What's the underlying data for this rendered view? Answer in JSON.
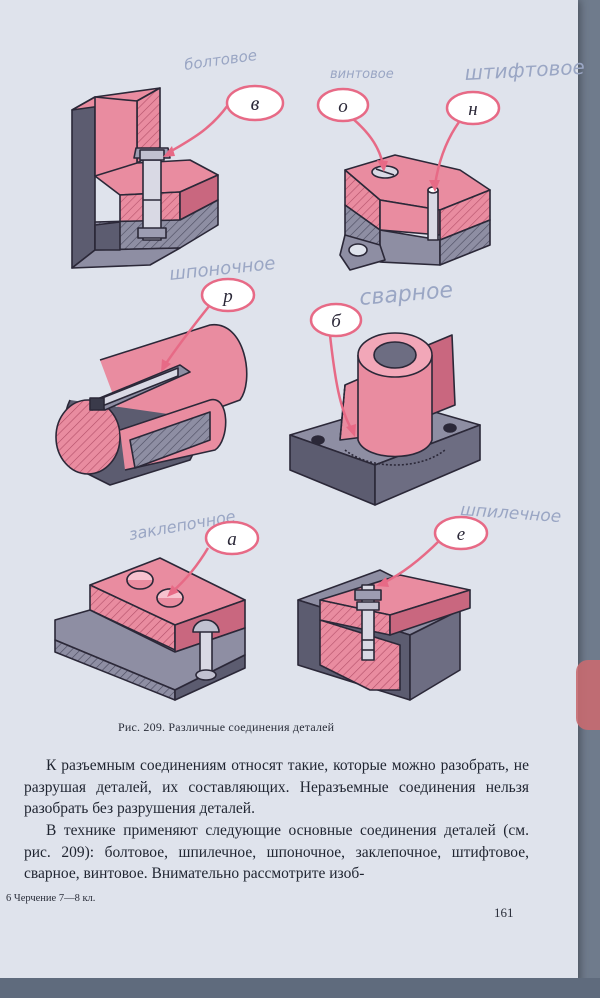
{
  "figure": {
    "letters": {
      "v": "в",
      "o": "о",
      "n": "н",
      "r": "р",
      "b": "б",
      "a": "а",
      "e": "е"
    },
    "handwriting": {
      "boltovoe": "болтовое",
      "vintovoe": "винтовое",
      "shtiftovoe": "штифтовое",
      "shponochnoe": "шпоночное",
      "svarnoe": "сварное",
      "zaklepochnoe": "заклепочное",
      "shpilechnoe": "шпилечное"
    }
  },
  "caption": "Рис. 209. Различные соединения деталей",
  "paragraphs": [
    "К разъемным соединениям относят такие, которые можно разобрать, не разрушая деталей, их составляющих. Неразъемные соединения нельзя разобрать без разрушения деталей.",
    "В технике применяют следующие основные соединения деталей (см. рис. 209): болтовое, шпилечное, шпоночное, заклепочное, штифтовое, сварное, винтовое. Внимательно рассмотрите изоб-"
  ],
  "footer": {
    "left": "6 Черчение 7—8 кл.",
    "page_number": "161"
  },
  "colors": {
    "pink": "#e98ca0",
    "pink_dark": "#c9677f",
    "grey": "#8e8ea3",
    "grey_dark": "#5c5c70",
    "ink": "#2b2838",
    "page": "#dfe3ec"
  }
}
